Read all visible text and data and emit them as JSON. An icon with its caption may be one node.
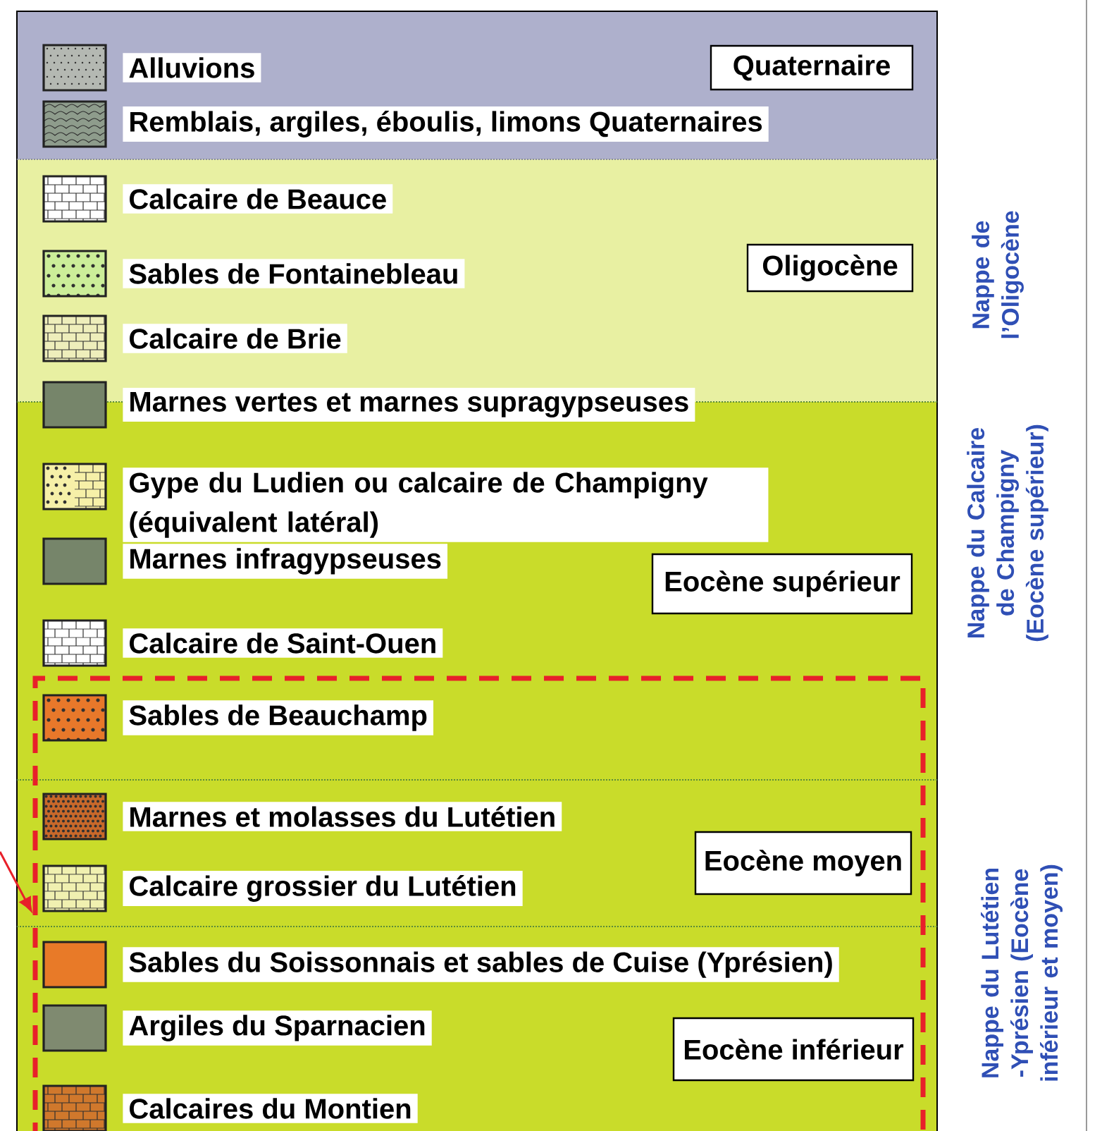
{
  "diagram": {
    "nodes": [
      {
        "text": [
          "Quaternaire"
        ]
      },
      {
        "text": [
          "Oligocène"
        ]
      },
      {
        "text": [
          "Eocène supérieur"
        ]
      },
      {
        "text": [],
        "shape": "box"
      },
      {
        "text": [
          "Eocène moyen"
        ],
        "in": 3
      },
      {
        "text": [
          "Eocène inférieur"
        ],
        "in": 3
      }
    ],
    "edges": [
      {
        "from": null,
        "to": 3,
        "arrow": "to",
        "color": "#e8202a"
      }
    ],
    "labels": [
      "Nappe de l’Oligocène",
      "Nappe du Calcaire de Champigny (Eocène supérieur)",
      "Nappe du Lutétien -Yprésien (Eocène inférieur et moyen)"
    ],
    "legend": [
      {
        "text": "Alluvions",
        "color": "#b4b8b2"
      },
      {
        "text": "Remblais, argiles, éboulis, limons Quaternaires",
        "color": "#8e9c8c"
      },
      {
        "text": "Calcaire de Beauce",
        "color": "#ffffff"
      },
      {
        "text": "Sables de Fontainebleau",
        "color": "#ccee99"
      },
      {
        "text": "Calcaire de Brie",
        "color": "#eeeebb"
      },
      {
        "text": "Marnes vertes et marnes supragypseuses",
        "color": "#76856a"
      },
      {
        "text": "Gype du Ludien ou calcaire de Champigny (équivalent latéral)",
        "color": "#f6f0a8"
      },
      {
        "text": "Marnes infragypseuses",
        "color": "#76856a"
      },
      {
        "text": "Calcaire de Saint-Ouen",
        "color": "#ffffff"
      },
      {
        "text": "Sables de Beauchamp",
        "color": "#e8782a"
      },
      {
        "text": "Marnes et molasses du Lutétien",
        "color": "#c8682a"
      },
      {
        "text": "Calcaire grossier du Lutétien",
        "color": "#f0f0b0"
      },
      {
        "text": "Sables du Soissonnais et sables de Cuise (Yprésien)",
        "color": "#e87a28"
      },
      {
        "text": "Argiles du Sparnacien",
        "color": "#7f8a70"
      },
      {
        "text": "Calcaires du Montien",
        "color": "#d0782c"
      }
    ]
  }
}
